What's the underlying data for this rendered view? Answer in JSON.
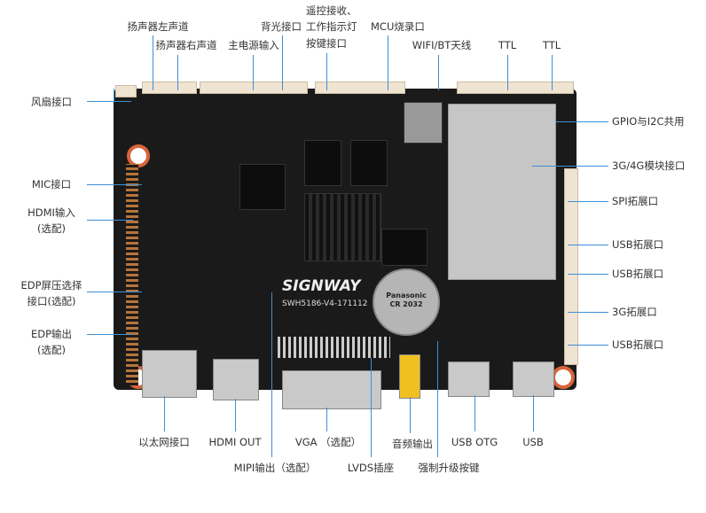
{
  "top_labels": [
    "扬声器左声道",
    "扬声器右声道",
    "主电源输入",
    "背光接口",
    "遥控接收、",
    "工作指示灯",
    "按键接口",
    "MCU烧录口",
    "WIFI/BT天线",
    "TTL",
    "TTL"
  ],
  "left_labels": {
    "fan": "风扇接口",
    "mic": "MIC接口",
    "hdmi_in": "HDMI输入",
    "hdmi_in_opt": "(选配)",
    "edp_sel": "EDP屏压选择",
    "edp_sel2": "接口(选配)",
    "edp_out": "EDP输出",
    "edp_out_opt": "(选配)"
  },
  "right_labels": [
    "GPIO与I2C共用",
    "3G/4G模块接口",
    "SPI拓展口",
    "USB拓展口",
    "USB拓展口",
    "3G拓展口",
    "USB拓展口"
  ],
  "bottom_labels": {
    "ethernet": "以太网接口",
    "hdmi_out": "HDMI OUT",
    "vga": "VGA （选配）",
    "audio": "音频输出",
    "usb_otg": "USB OTG",
    "usb": "USB",
    "mipi": "MIPI输出（选配）",
    "lvds": "LVDS插座",
    "upgrade": "强制升级按键"
  },
  "board": {
    "logo": "SIGNWAY",
    "model": "SWH5186-V4-171112",
    "battery_brand": "Panasonic",
    "battery_model": "CR 2032",
    "accent": "#3d8fd6"
  }
}
